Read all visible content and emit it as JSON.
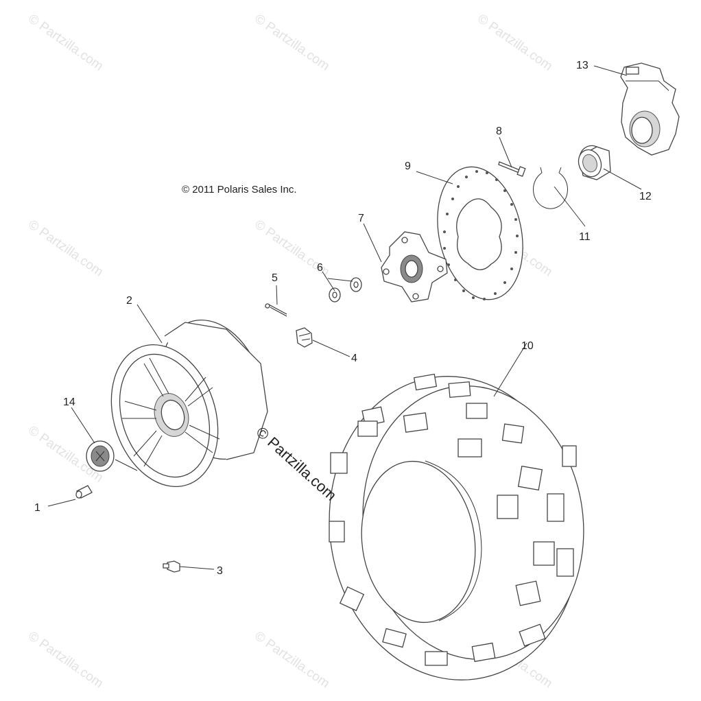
{
  "copyright": "© 2011 Polaris Sales Inc.",
  "watermark_main": "© Partzilla.com",
  "watermark_faint": "© Partzilla.com",
  "callouts": {
    "c1": "1",
    "c2": "2",
    "c3": "3",
    "c4": "4",
    "c5": "5",
    "c6": "6",
    "c7": "7",
    "c8": "8",
    "c9": "9",
    "c10": "10",
    "c11": "11",
    "c12": "12",
    "c13": "13",
    "c14": "14"
  },
  "colors": {
    "line": "#333333",
    "watermark": "#e2e2e2",
    "fill": "#ffffff"
  }
}
